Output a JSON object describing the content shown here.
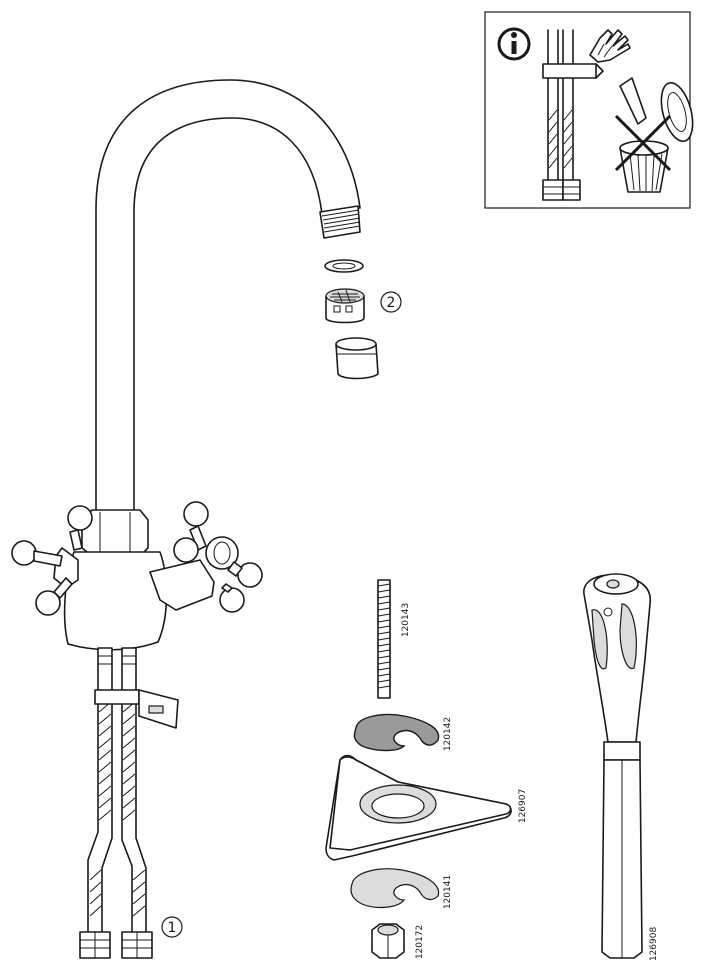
{
  "callouts": {
    "hose_callout": "1",
    "aerator_callout": "2"
  },
  "parts": {
    "threaded_rod": "120143",
    "upper_horseshoe_washer": "120142",
    "triangle_plate": "126907",
    "lower_horseshoe_washer": "120141",
    "nut": "120172",
    "wrench_tool": "126908"
  },
  "info_panel": {
    "info_icon": "info-icon",
    "hand_icon": "hand-icon",
    "trash_icon": "trash-bin-icon",
    "prohibited_icon": "cross-out-icon"
  }
}
